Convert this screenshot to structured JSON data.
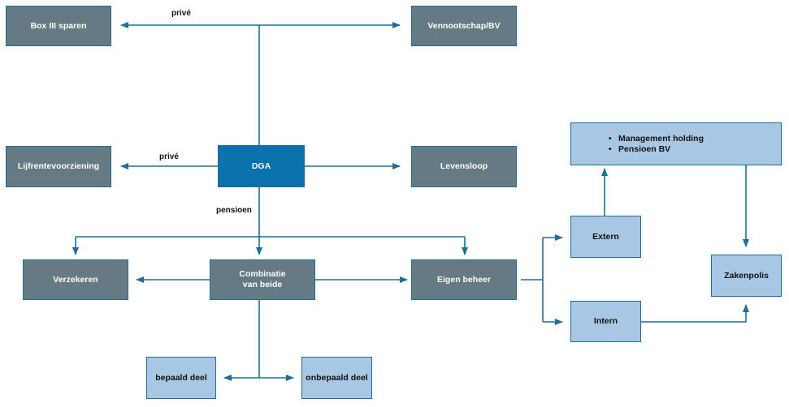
{
  "nodes": {
    "box3": "Box III sparen",
    "bv": "Vennootschap/BV",
    "lijfrente": "Lijfrentevoorziening",
    "dga": "DGA",
    "levensloop": "Levensloop",
    "verzekeren": "Verzekeren",
    "combinatie_line1": "Combinatie",
    "combinatie_line2": "van beide",
    "eigen": "Eigen beheer",
    "extern": "Extern",
    "intern": "Intern",
    "zakenpolis": "Zakenpolis",
    "holding_items": [
      "Management holding",
      "Pensioen BV"
    ],
    "bepaald": "bepaald deel",
    "onbepaald": "onbepaald deel"
  },
  "labels": {
    "prive_top": "privé",
    "prive_mid": "privé",
    "pensioen": "pensioen"
  },
  "colors": {
    "dark_box": "#667a84",
    "dga_box": "#0b72ad",
    "light_box": "#a7c7e4",
    "line": "#1f6e98"
  }
}
